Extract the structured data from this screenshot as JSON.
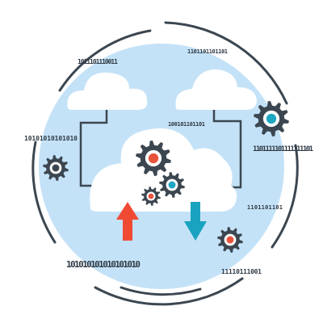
{
  "colors": {
    "circle_fill": "#c4e2f7",
    "cloud_fill": "#ffffff",
    "gear_dark": "#3b4650",
    "gear_core_red": "#e8533c",
    "gear_core_teal": "#1fa7c2",
    "arrow_up": "#f04a35",
    "arrow_down": "#19a3c0",
    "ring_stroke": "#3b4650",
    "connector_line": "#3b4650"
  },
  "binary_texts": {
    "top_left": "1011101110011",
    "top_right": "1101101101101",
    "left": "10101010101010",
    "center": "100101101101",
    "right": "1101111101111111101",
    "right_lower": "1101101101",
    "bottom_left": "101010101010101010",
    "bottom_right": "11110111001"
  },
  "icons": [
    "cloud-icon-top-left",
    "cloud-icon-top-right",
    "cloud-icon-main",
    "gear-icon",
    "upload-arrow-icon",
    "download-arrow-icon"
  ]
}
